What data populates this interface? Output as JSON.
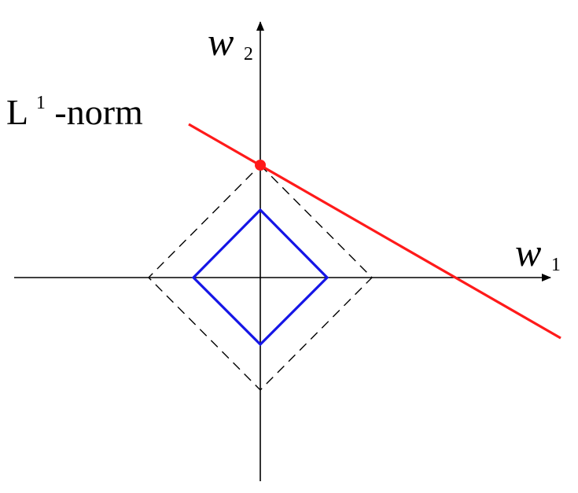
{
  "title": {
    "main": "L",
    "superscript": "1",
    "suffix": "-norm"
  },
  "axes": {
    "x_label": "w",
    "x_subscript": "1",
    "y_label": "w",
    "y_subscript": "2"
  },
  "colors": {
    "axis": "#000000",
    "dashed_diamond": "#000000",
    "blue_diamond": "#1515e6",
    "constraint_line": "#ff1a1a",
    "solution_point": "#ff1a1a"
  }
}
